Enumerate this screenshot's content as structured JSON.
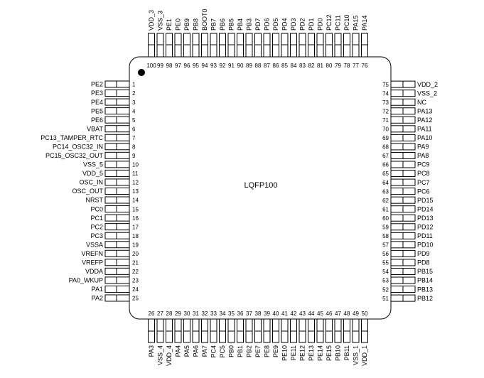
{
  "package": {
    "label": "LQFP100",
    "pin1_marker": "filled-circle"
  },
  "colors": {
    "stroke": "#000000",
    "background": "#ffffff"
  },
  "pins": {
    "left": [
      {
        "num": "1",
        "name": "PE2"
      },
      {
        "num": "2",
        "name": "PE3"
      },
      {
        "num": "3",
        "name": "PE4"
      },
      {
        "num": "4",
        "name": "PE5"
      },
      {
        "num": "5",
        "name": "PE6"
      },
      {
        "num": "6",
        "name": "VBAT"
      },
      {
        "num": "7",
        "name": "PC13_TAMPER_RTC"
      },
      {
        "num": "8",
        "name": "PC14_OSC32_IN"
      },
      {
        "num": "9",
        "name": "PC15_OSC32_OUT"
      },
      {
        "num": "10",
        "name": "VSS_5"
      },
      {
        "num": "11",
        "name": "VDD_5"
      },
      {
        "num": "12",
        "name": "OSC_IN"
      },
      {
        "num": "13",
        "name": "OSC_OUT"
      },
      {
        "num": "14",
        "name": "NRST"
      },
      {
        "num": "15",
        "name": "PC0"
      },
      {
        "num": "16",
        "name": "PC1"
      },
      {
        "num": "17",
        "name": "PC2"
      },
      {
        "num": "18",
        "name": "PC3"
      },
      {
        "num": "19",
        "name": "VSSA"
      },
      {
        "num": "20",
        "name": "VREFN"
      },
      {
        "num": "21",
        "name": "VREFP"
      },
      {
        "num": "22",
        "name": "VDDA"
      },
      {
        "num": "23",
        "name": "PA0_WKUP"
      },
      {
        "num": "24",
        "name": "PA1"
      },
      {
        "num": "25",
        "name": "PA2"
      }
    ],
    "bottom": [
      {
        "num": "26",
        "name": "PA3"
      },
      {
        "num": "27",
        "name": "VSS_4"
      },
      {
        "num": "28",
        "name": "VDD_4"
      },
      {
        "num": "29",
        "name": "PA4"
      },
      {
        "num": "30",
        "name": "PA5"
      },
      {
        "num": "31",
        "name": "PA6"
      },
      {
        "num": "32",
        "name": "PA7"
      },
      {
        "num": "33",
        "name": "PC4"
      },
      {
        "num": "34",
        "name": "PC5"
      },
      {
        "num": "35",
        "name": "PB0"
      },
      {
        "num": "36",
        "name": "PB1"
      },
      {
        "num": "37",
        "name": "PB2"
      },
      {
        "num": "38",
        "name": "PE7"
      },
      {
        "num": "39",
        "name": "PE8"
      },
      {
        "num": "40",
        "name": "PE9"
      },
      {
        "num": "41",
        "name": "PE10"
      },
      {
        "num": "42",
        "name": "PE11"
      },
      {
        "num": "43",
        "name": "PE12"
      },
      {
        "num": "44",
        "name": "PE13"
      },
      {
        "num": "45",
        "name": "PE14"
      },
      {
        "num": "46",
        "name": "PE15"
      },
      {
        "num": "47",
        "name": "PB10"
      },
      {
        "num": "48",
        "name": "PB11"
      },
      {
        "num": "49",
        "name": "VSS_1"
      },
      {
        "num": "50",
        "name": "VDD_1"
      }
    ],
    "right": [
      {
        "num": "51",
        "name": "PB12"
      },
      {
        "num": "52",
        "name": "PB13"
      },
      {
        "num": "53",
        "name": "PB14"
      },
      {
        "num": "54",
        "name": "PB15"
      },
      {
        "num": "55",
        "name": "PD8"
      },
      {
        "num": "56",
        "name": "PD9"
      },
      {
        "num": "57",
        "name": "PD10"
      },
      {
        "num": "58",
        "name": "PD11"
      },
      {
        "num": "59",
        "name": "PD12"
      },
      {
        "num": "60",
        "name": "PD13"
      },
      {
        "num": "61",
        "name": "PD14"
      },
      {
        "num": "62",
        "name": "PD15"
      },
      {
        "num": "63",
        "name": "PC6"
      },
      {
        "num": "64",
        "name": "PC7"
      },
      {
        "num": "65",
        "name": "PC8"
      },
      {
        "num": "66",
        "name": "PC9"
      },
      {
        "num": "67",
        "name": "PA8"
      },
      {
        "num": "68",
        "name": "PA9"
      },
      {
        "num": "69",
        "name": "PA10"
      },
      {
        "num": "70",
        "name": "PA11"
      },
      {
        "num": "71",
        "name": "PA12"
      },
      {
        "num": "72",
        "name": "PA13"
      },
      {
        "num": "73",
        "name": "NC"
      },
      {
        "num": "74",
        "name": "VSS_2"
      },
      {
        "num": "75",
        "name": "VDD_2"
      }
    ],
    "top": [
      {
        "num": "76",
        "name": "PA14"
      },
      {
        "num": "77",
        "name": "PA15"
      },
      {
        "num": "78",
        "name": "PC10"
      },
      {
        "num": "79",
        "name": "PC11"
      },
      {
        "num": "80",
        "name": "PC12"
      },
      {
        "num": "81",
        "name": "PD0"
      },
      {
        "num": "82",
        "name": "PD1"
      },
      {
        "num": "83",
        "name": "PD2"
      },
      {
        "num": "84",
        "name": "PD3"
      },
      {
        "num": "85",
        "name": "PD4"
      },
      {
        "num": "86",
        "name": "PD5"
      },
      {
        "num": "87",
        "name": "PD6"
      },
      {
        "num": "88",
        "name": "PD7"
      },
      {
        "num": "89",
        "name": "PB3"
      },
      {
        "num": "90",
        "name": "PB4"
      },
      {
        "num": "91",
        "name": "PB5"
      },
      {
        "num": "92",
        "name": "PB6"
      },
      {
        "num": "93",
        "name": "PB7"
      },
      {
        "num": "94",
        "name": "BOOT0"
      },
      {
        "num": "95",
        "name": "PB8"
      },
      {
        "num": "96",
        "name": "PB9"
      },
      {
        "num": "97",
        "name": "PE0"
      },
      {
        "num": "98",
        "name": "PE1"
      },
      {
        "num": "99",
        "name": "VSS_3"
      },
      {
        "num": "100",
        "name": "VDD_3"
      }
    ]
  }
}
